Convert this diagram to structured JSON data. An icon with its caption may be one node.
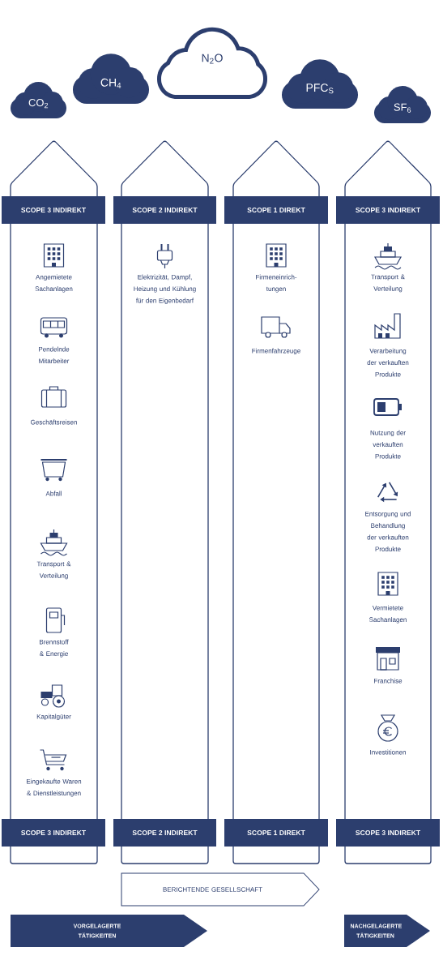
{
  "diagram": {
    "nodes": [
      {
        "text": [
          "CO$_{2}$"
        ]
      },
      {
        "text": [
          "CH$_{4}$"
        ]
      },
      {
        "text": [
          "N$_{2}$O"
        ]
      },
      {
        "text": [
          "PFC$_{S}$"
        ]
      },
      {
        "text": [
          "SF$_{6}$"
        ]
      },
      {
        "text": [
          "SCOPE 3 INDIREKT"
        ]
      },
      {
        "text": [
          "SCOPE 2 INDIREKT"
        ]
      },
      {
        "text": [
          "SCOPE 1 DIREKT"
        ]
      },
      {
        "text": [
          "SCOPE 3 INDIREKT"
        ]
      },
      {
        "text": [
          "SCOPE 3 INDIREKT"
        ]
      },
      {
        "text": [
          "SCOPE 2 INDIREKT"
        ]
      },
      {
        "text": [
          "SCOPE 1 DIREKT"
        ]
      },
      {
        "text": [
          "SCOPE 3 INDIREKT"
        ]
      },
      {
        "text": [
          "BERICHTENDE GESELLSCHAFT"
        ]
      },
      {
        "text": [
          "VORGELAGERTE TÄTIGKEITEN"
        ]
      },
      {
        "text": [
          "NACHGELAGERTE TÄTIGKEITEN"
        ]
      },
      {
        "text": [],
        "shape": "panel"
      },
      {
        "text": [],
        "shape": "panel"
      },
      {
        "text": [],
        "shape": "panel"
      },
      {
        "text": [],
        "shape": "panel"
      }
    ],
    "labels": [
      "Angemietete Sachanlagen",
      "Pendelnde Mitarbeiter",
      "Geschäftsreisen",
      "Abfall",
      "Transport & Verteilung",
      "Brennstoff & Energie",
      "Kapitalgüter",
      "Eingekaufte Waren & Dienstleistungen",
      "Elektrizität, Dampf, Heizung und Kühlung für den Eigenbedarf",
      "Firmeneinrich- tungen",
      "Firmenfahrzeuge",
      "Transport & Verteilung",
      "Verarbeitung der verkauften Produkte",
      "Nutzung der verkauften Produkte",
      "Entsorgung und Behandlung der verkauften Produkte",
      "Vermietete Sachanlagen",
      "Franchise",
      "Investitionen"
    ]
  }
}
